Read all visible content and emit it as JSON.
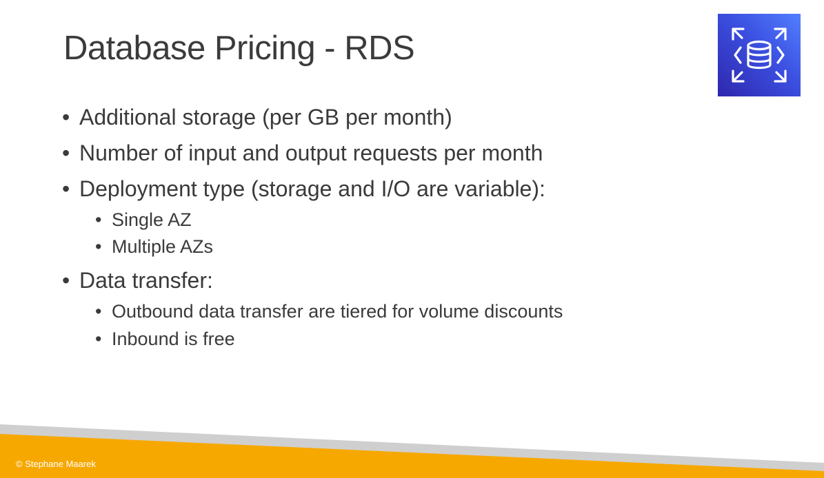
{
  "slide": {
    "title": "Database Pricing - RDS",
    "bullet_glyph": "•",
    "bullets": [
      {
        "text": "Additional storage (per GB per month)"
      },
      {
        "text": "Number of input and output requests per month"
      },
      {
        "text": "Deployment type (storage and I/O are variable):",
        "sub": [
          "Single AZ",
          "Multiple AZs"
        ]
      },
      {
        "text": "Data transfer:",
        "sub": [
          "Outbound data transfer are tiered for volume discounts",
          "Inbound is free"
        ]
      }
    ],
    "footer": "© Stephane Maarek"
  },
  "logo": {
    "icon": "rds-database-icon",
    "colors": {
      "gradient_start": "#2e27ad",
      "gradient_end": "#527fff"
    }
  },
  "colors": {
    "footer_orange": "#f7a800",
    "footer_grey": "#cfcfcf",
    "text": "#3a3a3a"
  }
}
